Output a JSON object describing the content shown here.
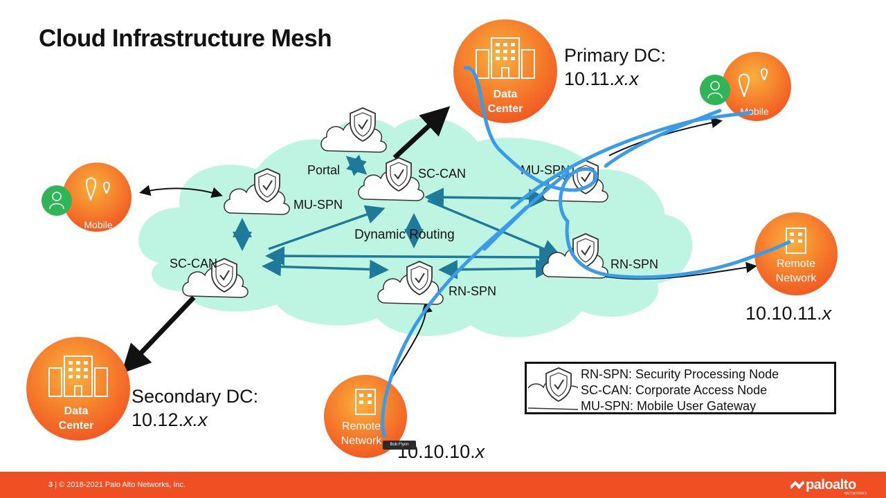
{
  "title": "Cloud Infrastructure Mesh",
  "primary_dc": {
    "line1": "Primary DC:",
    "line2_prefix": "10.11.",
    "line2_italic": "x.x"
  },
  "secondary_dc": {
    "line1": "Secondary DC:",
    "line2_prefix": "10.12.",
    "line2_italic": "x.x"
  },
  "remote_ip_right": {
    "prefix": "10.10.11.",
    "italic": "x"
  },
  "remote_ip_bottom": {
    "prefix": "10.10.10.",
    "italic": "x"
  },
  "nodes": {
    "portal": "Portal",
    "sc_can_top": "SC-CAN",
    "mu_spn_left": "MU-SPN",
    "mu_spn_right": "MU-SPN",
    "dynamic_routing": "Dynamic Routing",
    "sc_can_left": "SC-CAN",
    "rn_spn_center": "RN-SPN",
    "rn_spn_right": "RN-SPN"
  },
  "sites": {
    "dc_top": {
      "line1": "Data",
      "line2": "Center"
    },
    "dc_bottom": {
      "line1": "Data",
      "line2": "Center"
    },
    "mobile_left": "Mobile",
    "mobile_right": "Mobile",
    "remote_right": {
      "line1": "Remote",
      "line2": "Network"
    },
    "remote_bottom": {
      "line1": "Remote",
      "line2": "Network"
    }
  },
  "legend": [
    "RN-SPN: Security Processing Node",
    "SC-CAN: Corporate Access Node",
    "MU-SPN: Mobile User Gateway"
  ],
  "footer": {
    "page": "3",
    "copyright": "| © 2018-2021 Palo Alto Networks, Inc."
  },
  "logo": {
    "text": "paloalto",
    "sub": "NETWORKS"
  },
  "presenter_tag": "Bob Flynn",
  "colors": {
    "cloud_fill": "#b8f5e0",
    "arrow_teal": "#1f7a9a",
    "annotation_blue": "#3a9be8",
    "orange_site": "#f26b21",
    "footer": "#f04e23",
    "user_green": "#2fb457"
  }
}
